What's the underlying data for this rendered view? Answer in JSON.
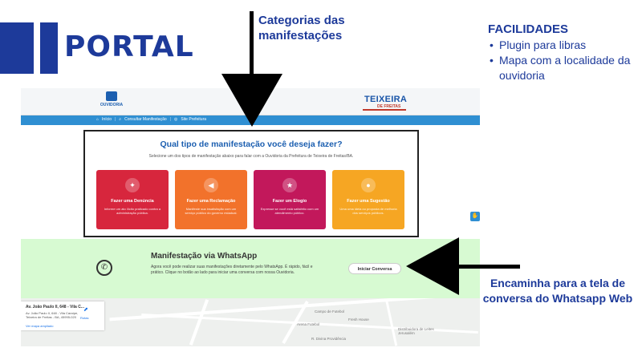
{
  "slide": {
    "title": "PORTAL",
    "annotation_categories": "Categorias das manifestações",
    "annotation_forward": "Encaminha para a tela de conversa do Whatsapp Web",
    "facilities": {
      "heading": "FACILIDADES",
      "items": [
        "Plugin para libras",
        "Mapa com a localidade da ouvidoria"
      ]
    }
  },
  "site": {
    "logo_left_text": "OUVIDORIA",
    "logo_right_text": "TEIXEIRA",
    "logo_right_sub": "DE FREITAS",
    "nav": [
      "Início",
      "Consultar Manifestação",
      "Site Prefeitura"
    ],
    "categories": {
      "title": "Qual tipo de manifestação você deseja fazer?",
      "subtitle": "Selecione um dos tipos de manifestação abaixo para falar com a Ouvidoria da Prefeitura de Teixeira de Freitas/BA.",
      "cards": [
        {
          "label": "Fazer uma Denúncia",
          "desc": "Informe um ato ilícito praticado contra a administração pública.",
          "color": "#d7263d",
          "icon": "megaphone-icon"
        },
        {
          "label": "Fazer uma Reclamação",
          "desc": "Manifeste sua insatisfação com um serviço público do governo estadual.",
          "color": "#f2722b",
          "icon": "speaker-icon"
        },
        {
          "label": "Fazer um Elogio",
          "desc": "Expresse se você está satisfeito com um atendimento público.",
          "color": "#c2185b",
          "icon": "thumbs-up-icon"
        },
        {
          "label": "Fazer uma Sugestão",
          "desc": "Uma uma ideia ou proposta de melhoria dos serviços públicos.",
          "color": "#f6a623",
          "icon": "chat-icon"
        }
      ]
    },
    "whatsapp": {
      "title": "Manifestação via WhatsApp",
      "description": "Agora você pode realizar suas manifestações diretamente pelo WhatsApp. É rápido, fácil e prático. Clique no botão ao lado para iniciar uma conversa com nossa Ouvidoria.",
      "button": "Iniciar Conversa"
    },
    "map": {
      "place_title": "Av. João Paulo II, 648 - Vila C...",
      "address": "Av. João Paulo II, 648 - Vila Caraípe, Teixeira de Freitas - BA, 45995-020",
      "larger_map": "Ver mapa ampliado",
      "route": "Rotas",
      "labels": [
        "Campo de Futebol",
        "Arena Futebol",
        "Fresh House",
        "Distribuidora de Leites Jerusalém",
        "R. Divina Providência"
      ]
    }
  }
}
